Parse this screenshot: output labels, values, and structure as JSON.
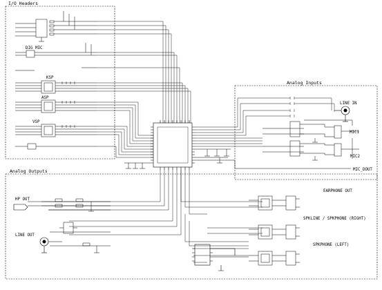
{
  "sections": {
    "io_headers": "I/O Headers",
    "analog_inputs": "Analog Inputs",
    "analog_outputs": "Analog Outputs"
  },
  "blocks": {
    "dig_mic": "DIG MIC",
    "ksp": "KSP",
    "asp": "ASP",
    "vsp": "VSP"
  },
  "connectors": {
    "line_in": "LINE IN",
    "mic1": "MIC1",
    "mic2": "MIC2",
    "mic_dout": "MIC_DOUT",
    "hp_out": "HP OUT",
    "line_out": "LINE OUT",
    "earphone_out": "EARPHONE OUT",
    "spkline_right": "SPKLINE / SPKPHONE (RIGHT)",
    "spkphone_left": "SPKPHONE (LEFT)"
  },
  "colors": {
    "ink": "#000000",
    "paper": "#ffffff"
  }
}
